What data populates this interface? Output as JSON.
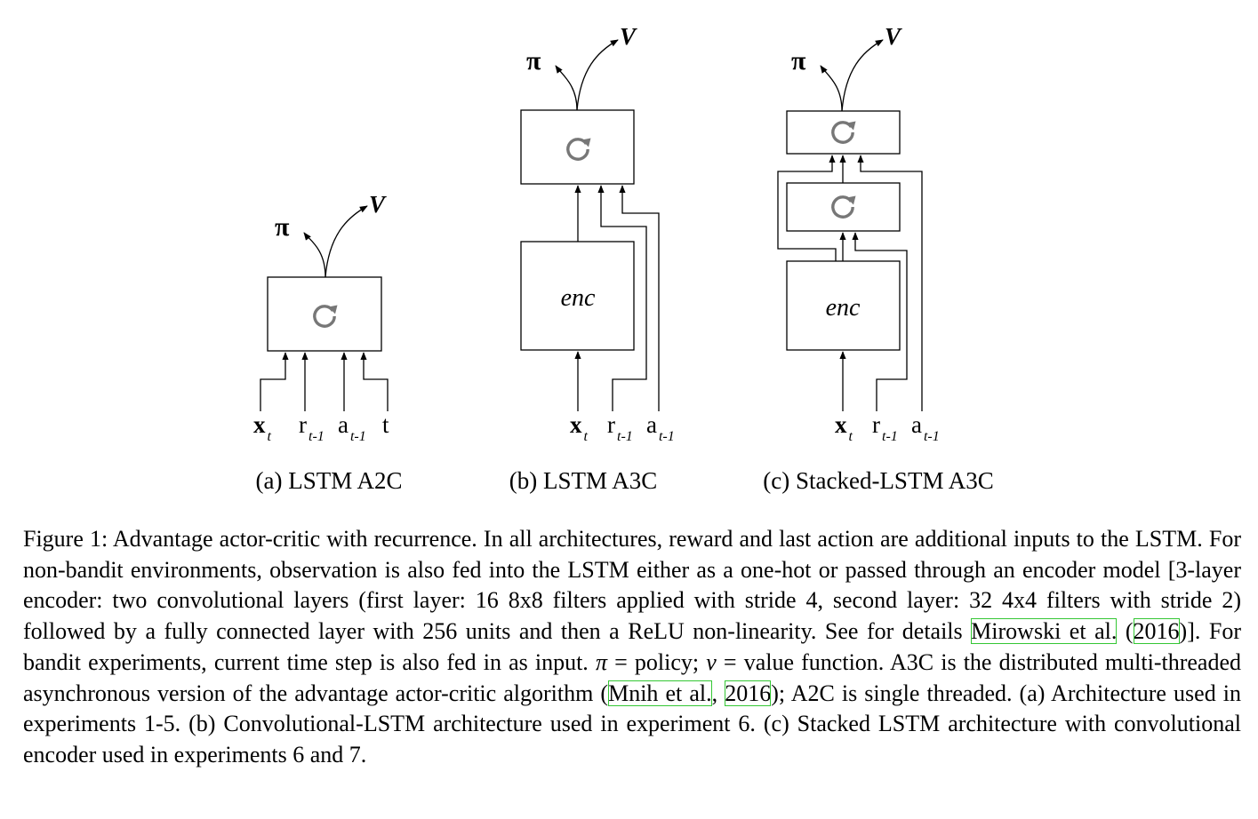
{
  "panels": [
    {
      "id": "a",
      "caption": "(a) LSTM A2C",
      "outputs": {
        "policy": "π",
        "value": "V"
      },
      "modules": [
        "recurrent-lstm"
      ],
      "inputs": [
        {
          "main": "x",
          "sub": "t",
          "bold": true
        },
        {
          "main": "r",
          "sub": "t-1",
          "bold": false
        },
        {
          "main": "a",
          "sub": "t-1",
          "bold": false
        },
        {
          "main": "t",
          "sub": "",
          "bold": false
        }
      ]
    },
    {
      "id": "b",
      "caption": "(b) LSTM A3C",
      "outputs": {
        "policy": "π",
        "value": "V"
      },
      "modules": [
        "recurrent-lstm",
        "enc"
      ],
      "encoder_label": "enc",
      "inputs": [
        {
          "main": "x",
          "sub": "t",
          "bold": true
        },
        {
          "main": "r",
          "sub": "t-1",
          "bold": false
        },
        {
          "main": "a",
          "sub": "t-1",
          "bold": false
        }
      ]
    },
    {
      "id": "c",
      "caption": "(c) Stacked-LSTM A3C",
      "outputs": {
        "policy": "π",
        "value": "V"
      },
      "modules": [
        "recurrent-lstm",
        "recurrent-lstm",
        "enc"
      ],
      "encoder_label": "enc",
      "inputs": [
        {
          "main": "x",
          "sub": "t",
          "bold": true
        },
        {
          "main": "r",
          "sub": "t-1",
          "bold": false
        },
        {
          "main": "a",
          "sub": "t-1",
          "bold": false
        }
      ]
    }
  ],
  "icons": {
    "recurrence": "refresh-icon"
  },
  "colors": {
    "citation_box": "#34c734",
    "recurrence_icon": "#777777"
  },
  "caption": {
    "p1": "Figure 1: Advantage actor-critic with recurrence. In all architectures, reward and last action are additional inputs to the LSTM. For non-bandit environments, observation is also fed into the LSTM either as a one-hot or passed through an encoder model [3-layer encoder: two convolutional layers (first layer: 16 8x8 filters applied with stride 4, second layer: 32 4x4 filters with stride 2) followed by a fully connected layer with 256 units and then a ReLU non-linearity. See for details ",
    "cite1_author": "Mirowski et al.",
    "p2": " (",
    "cite1_year": "2016",
    "p3": ")]. For bandit experiments, current time step is also fed in as input. ",
    "pi_symbol": "π",
    "p4": " = policy; ",
    "v_symbol": "v",
    "p5": " = value function. A3C is the distributed multi-threaded asynchronous version of the advantage actor-critic algorithm (",
    "cite2_author": "Mnih et al.",
    "p6": ", ",
    "cite2_year": "2016",
    "p7": "); A2C is single threaded. (a) Architecture used in experiments 1-5. (b) Convolutional-LSTM architecture used in experiment 6. (c) Stacked LSTM architecture with convolutional encoder used in experiments 6 and 7."
  }
}
